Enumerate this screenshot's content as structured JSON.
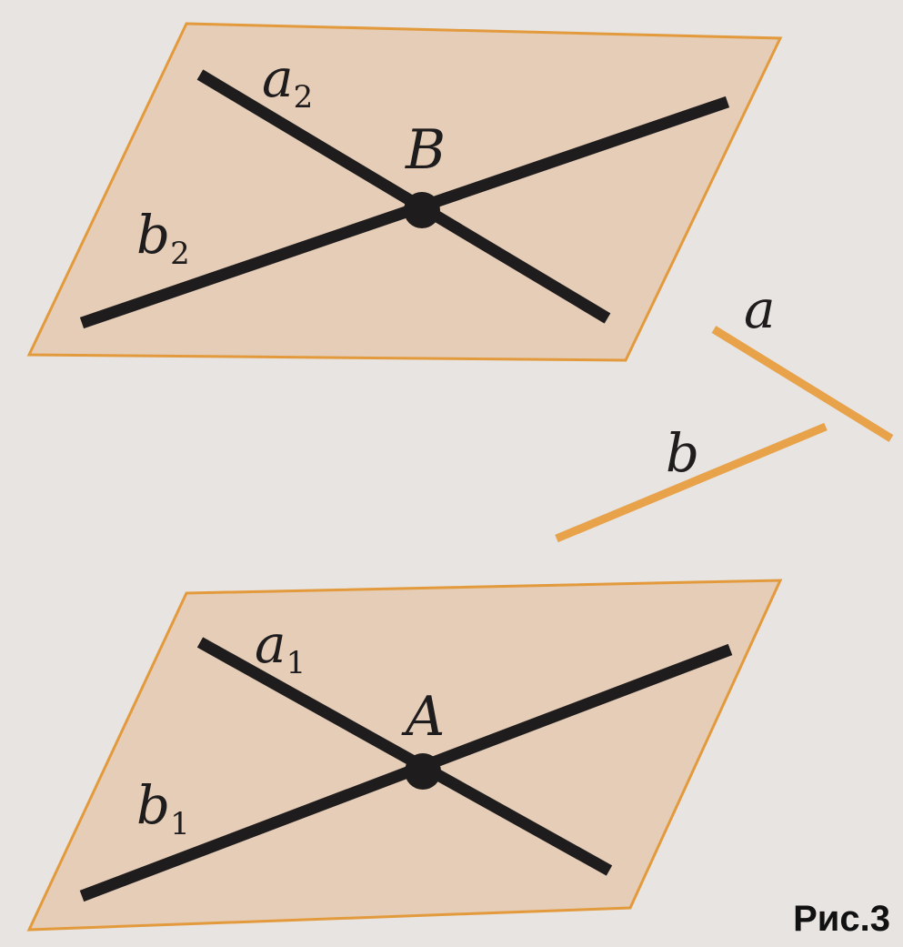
{
  "figure": {
    "caption": "Рис.3",
    "colors": {
      "plane_fill": "#e5cdb7",
      "plane_edge": "#e39a3c",
      "line_black": "#1f1c1d",
      "line_orange": "#e8a24a",
      "background": "#e7e4e2"
    },
    "upper_plane": {
      "point_label": "B",
      "line_a_base": "a",
      "line_a_sub": "2",
      "line_b_base": "b",
      "line_b_sub": "2"
    },
    "lower_plane": {
      "point_label": "A",
      "line_a_base": "a",
      "line_a_sub": "1",
      "line_b_base": "b",
      "line_b_sub": "1"
    },
    "free_lines": {
      "line_a_label": "a",
      "line_b_label": "b"
    }
  }
}
